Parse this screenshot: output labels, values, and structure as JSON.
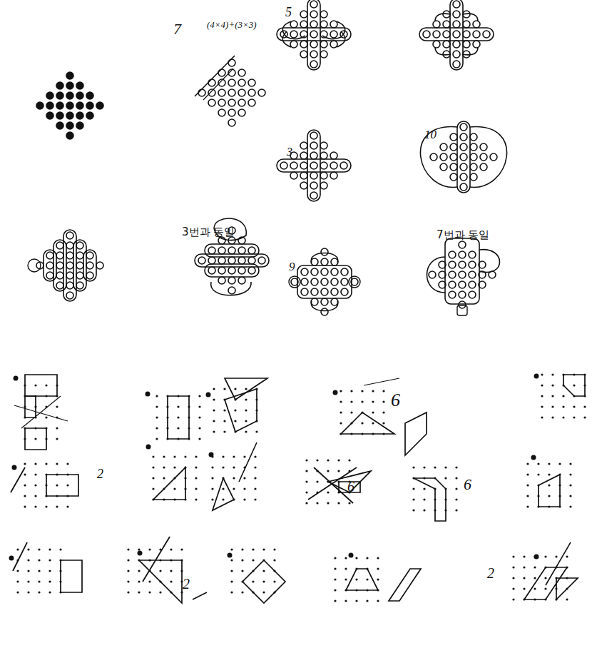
{
  "diagram": {
    "labels": [
      "7",
      "(4×4)+(3×3)",
      "5",
      "3",
      "10",
      "3번과 동일",
      "9",
      "7번과 동일",
      "6",
      "2",
      "6",
      "6",
      "2",
      "2"
    ]
  }
}
